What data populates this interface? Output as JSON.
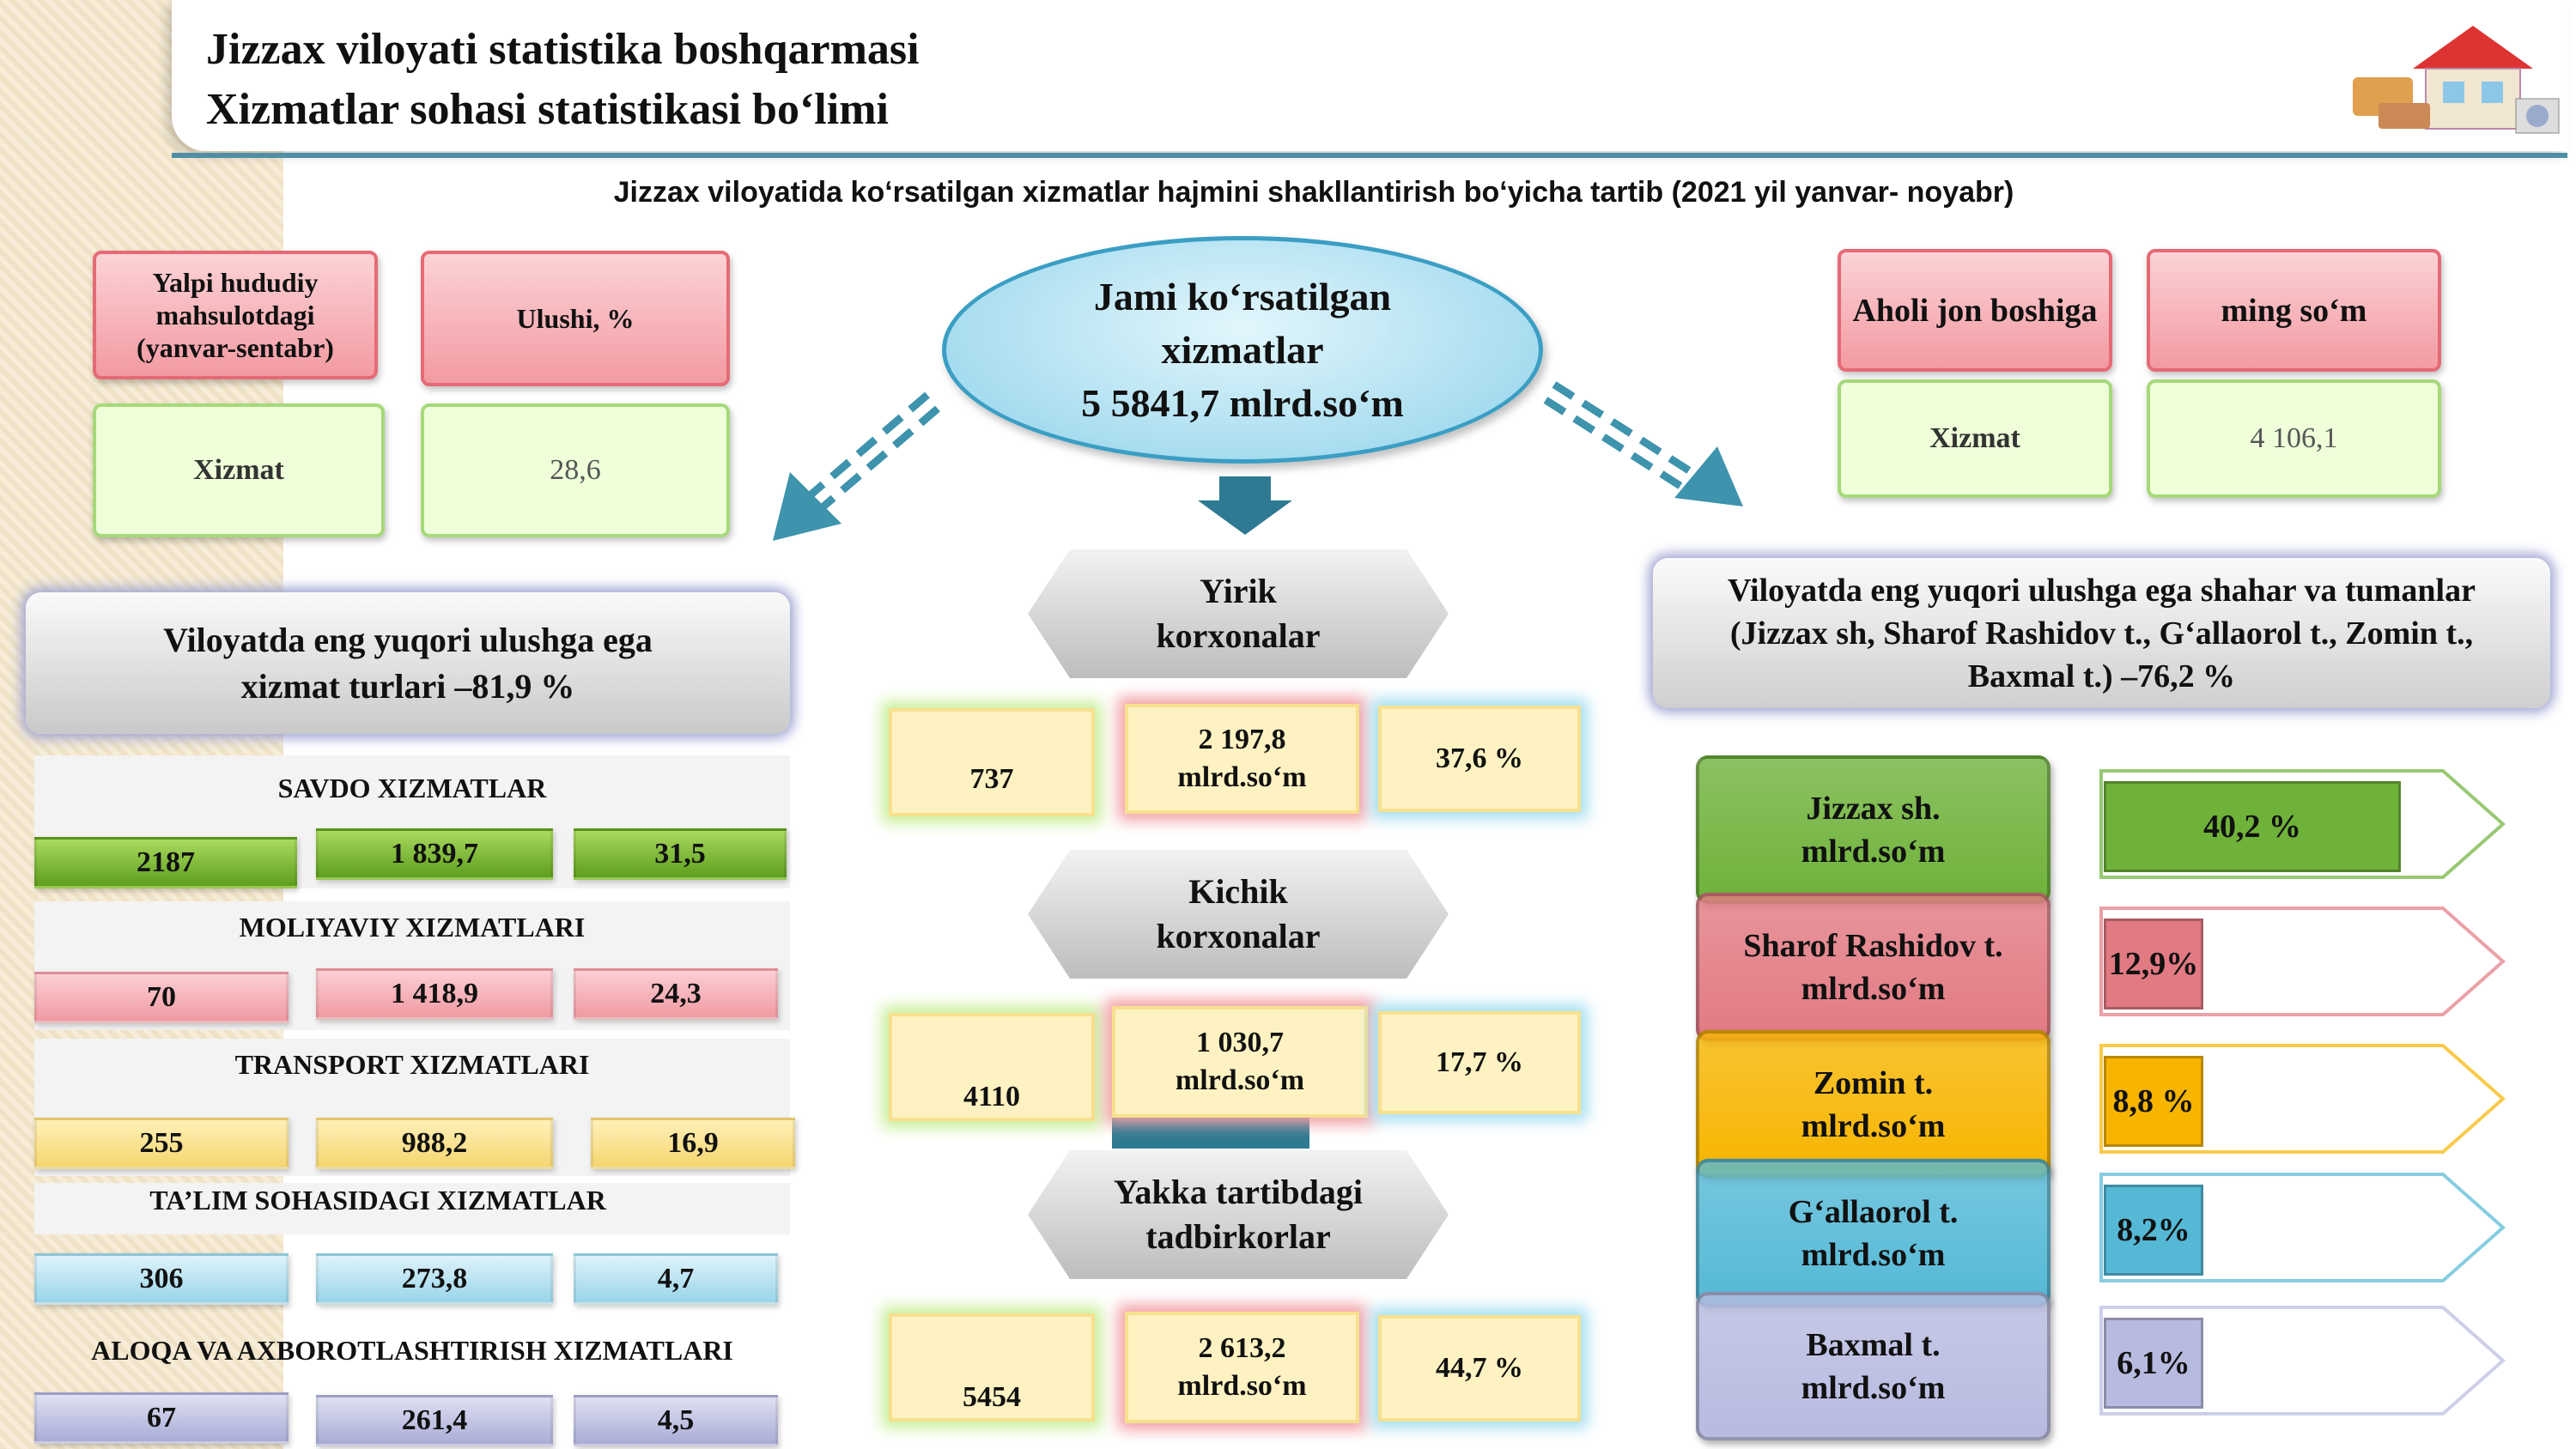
{
  "header": {
    "line1": "Jizzax viloyati statistika boshqarmasi",
    "line2": "Xizmatlar sohasi statistikasi boʻlimi",
    "logo": "house-services-illustration"
  },
  "subtitle": "Jizzax viloyatida koʻrsatilgan xizmatlar hajmini shakllantirish boʻyicha tartib (2021 yil  yanvar- noyabr)",
  "left_top": {
    "head1": "Yalpi hududiy mahsulotdagi (yanvar-sentabr)",
    "head2": "Ulushi, %",
    "label": "Xizmat",
    "value": "28,6"
  },
  "right_top": {
    "head1": "Aholi jon boshiga",
    "head2": "ming soʻm",
    "label": "Xizmat",
    "value": "4 106,1"
  },
  "center": {
    "ellipse_line1": "Jami koʻrsatilgan",
    "ellipse_line2": "xizmatlar",
    "ellipse_line3": "5 5841,7 mlrd.soʻm",
    "groups": [
      {
        "line1": "Yirik",
        "line2": "korxonalar",
        "count": "737",
        "amount": "2 197,8",
        "unit": "mlrd.soʻm",
        "share": "37,6 %"
      },
      {
        "line1": "Kichik",
        "line2": "korxonalar",
        "count": "4110",
        "amount": "1 030,7",
        "unit": "mlrd.soʻm",
        "share": "17,7 %"
      },
      {
        "line1": "Yakka tartibdagi",
        "line2": "tadbirkorlar",
        "count": "5454",
        "amount": "2 613,2",
        "unit": "mlrd.soʻm",
        "share": "44,7 %"
      }
    ]
  },
  "left_panel": {
    "banner_line1": "Viloyatda eng yuqori ulushga ega",
    "banner_line2": "xizmat turlari –81,9 %",
    "sectors": [
      {
        "title": "SAVDO XIZMATLAR",
        "count": "2187",
        "amount": "1 839,7",
        "share": "31,5"
      },
      {
        "title": "MOLIYAVIY XIZMATLARI",
        "count": "70",
        "amount": "1 418,9",
        "share": "24,3"
      },
      {
        "title": "TRANSPORT XIZMATLARI",
        "count": "255",
        "amount": "988,2",
        "share": "16,9"
      },
      {
        "title": "TA’LIM   SOHASIDAGI  XIZMATLAR",
        "count": "306",
        "amount": "273,8",
        "share": "4,7"
      },
      {
        "title": "ALOQA VA AXBOROTLASHTIRISH XIZMATLARI",
        "count": "67",
        "amount": "261,4",
        "share": "4,5"
      }
    ]
  },
  "right_panel": {
    "banner_line1": "Viloyatda eng yuqori ulushga ega shahar va tumanlar",
    "banner_line2": "(Jizzax sh, Sharof Rashidov t., Gʻallaorol t., Zomin t.,",
    "banner_line3": "Baxmal t.) –76,2 %",
    "cities": [
      {
        "name": "Jizzax sh.",
        "unit": "mlrd.soʻm",
        "share": "40,2 %",
        "pct": 40.2,
        "color": "#6fb23a"
      },
      {
        "name": "Sharof Rashidov t.",
        "unit": "mlrd.soʻm",
        "share": "12,9%",
        "pct": 12.9,
        "color": "#e27a83"
      },
      {
        "name": "Zomin t.",
        "unit": "mlrd.soʻm",
        "share": "8,8 %",
        "pct": 8.8,
        "color": "#f7b500"
      },
      {
        "name": "Gʻallaorol t.",
        "unit": "mlrd.soʻm",
        "share": "8,2%",
        "pct": 8.2,
        "color": "#55b9d6"
      },
      {
        "name": "Baxmal t.",
        "unit": "mlrd.soʻm",
        "share": "6,1%",
        "pct": 6.1,
        "color": "#b8bbe0"
      }
    ]
  }
}
